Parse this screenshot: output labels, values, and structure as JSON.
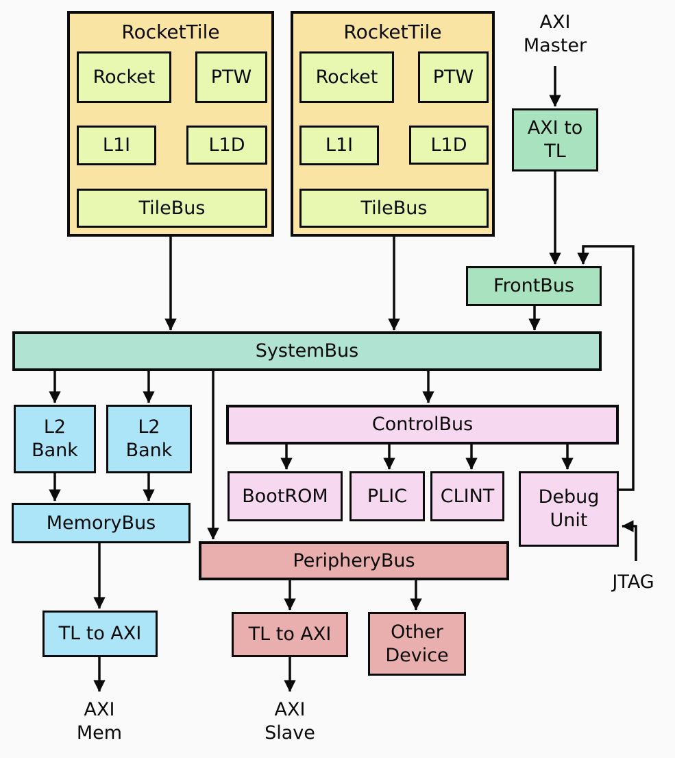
{
  "colors": {
    "background": "#FAFAFA",
    "tile_bg": "#FAE4A3",
    "tile_inner": "#E8F8B1",
    "green": "#A9E2BE",
    "teal": "#B0E3D1",
    "blue": "#ACE5F8",
    "pink": "#F6D9F0",
    "salmon": "#E9AFAE"
  },
  "tiles": [
    {
      "title": "RocketTile",
      "rocket": "Rocket",
      "ptw": "PTW",
      "l1i": "L1I",
      "l1d": "L1D",
      "tilebus": "TileBus"
    },
    {
      "title": "RocketTile",
      "rocket": "Rocket",
      "ptw": "PTW",
      "l1i": "L1I",
      "l1d": "L1D",
      "tilebus": "TileBus"
    }
  ],
  "nodes": {
    "axi_to_tl": "AXI to\nTL",
    "frontbus": "FrontBus",
    "systembus": "SystemBus",
    "l2_bank_a": "L2\nBank",
    "l2_bank_b": "L2\nBank",
    "memorybus": "MemoryBus",
    "tl_to_axi_mem": "TL to AXI",
    "controlbus": "ControlBus",
    "bootrom": "BootROM",
    "plic": "PLIC",
    "clint": "CLINT",
    "debug_unit": "Debug\nUnit",
    "peripherybus": "PeripheryBus",
    "tl_to_axi_periph": "TL to AXI",
    "other_device": "Other\nDevice"
  },
  "io_labels": {
    "axi_master": "AXI\nMaster",
    "axi_mem": "AXI\nMem",
    "axi_slave": "AXI\nSlave",
    "jtag": "JTAG"
  }
}
